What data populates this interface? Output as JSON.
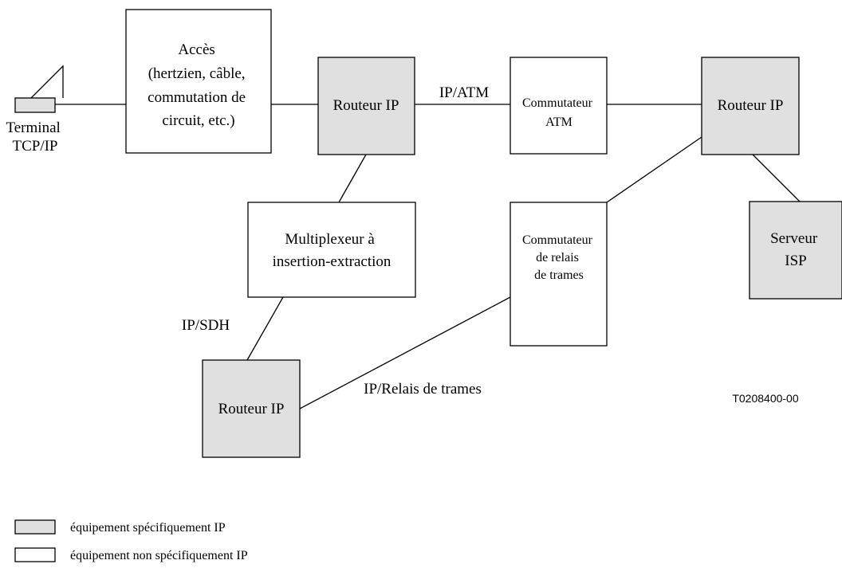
{
  "nodes": {
    "terminal": {
      "label_lines": [
        "Terminal",
        "TCP/IP"
      ]
    },
    "access": {
      "label_lines": [
        "Accès",
        "(hertzien, câble,",
        "commutation de",
        "circuit, etc.)"
      ]
    },
    "router_center": {
      "label": "Routeur IP"
    },
    "atm_switch": {
      "label_lines": [
        "Commutateur",
        "ATM"
      ]
    },
    "router_right": {
      "label": "Routeur IP"
    },
    "isp_server": {
      "label_lines": [
        "Serveur",
        "ISP"
      ]
    },
    "multiplexer": {
      "label_lines": [
        "Multiplexeur à",
        "insertion-extraction"
      ]
    },
    "fr_switch": {
      "label_lines": [
        "Commutateur",
        "de relais",
        "de trames"
      ]
    },
    "router_bottom": {
      "label": "Routeur IP"
    }
  },
  "links": {
    "ip_atm": "IP/ATM",
    "ip_sdh": "IP/SDH",
    "ip_frame_relay": "IP/Relais de trames"
  },
  "figure_code": "T0208400-00",
  "legend": {
    "ip_specific": "équipement spécifiquement IP",
    "non_ip_specific": "équipement non spécifiquement IP"
  },
  "colors": {
    "ip_equipment_fill": "#e0e0e0",
    "generic_equipment_fill": "#ffffff"
  }
}
